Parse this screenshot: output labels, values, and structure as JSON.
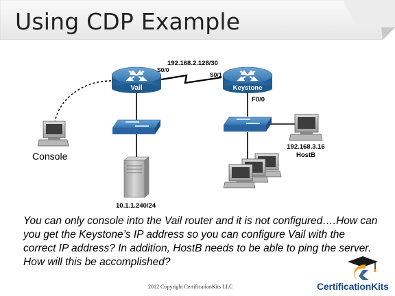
{
  "slide": {
    "title": "Using CDP Example",
    "body": "You can only console into the Vail router and it is not configured….How can you get the Keystone’s IP address so you can configure Vail with the correct IP address? In addition, HostB needs to be able to ping the server.  How will this be accomplished?",
    "copyright": "2012 Copyright CertificationKits LLC",
    "logo_text": "CertificationKits"
  },
  "diagram": {
    "wan_subnet": "192.168.2.128/30",
    "vail_label": "Vail",
    "keystone_label": "Keystone",
    "vail_port": "S0/0",
    "keystone_port": "S0/1",
    "keystone_lan_port": "F0/0",
    "console_label": "Console",
    "server_ip": "10.1.1.240/24",
    "hostb_ip": "192.168.3.16",
    "hostb_label": "HostB"
  },
  "colors": {
    "router_blue": "#2d6fa8",
    "switch_blue": "#2f73b0",
    "title_bar": "#f2f2f2",
    "logo_blue": "#1e4a8a",
    "logo_orange": "#f0a020"
  }
}
